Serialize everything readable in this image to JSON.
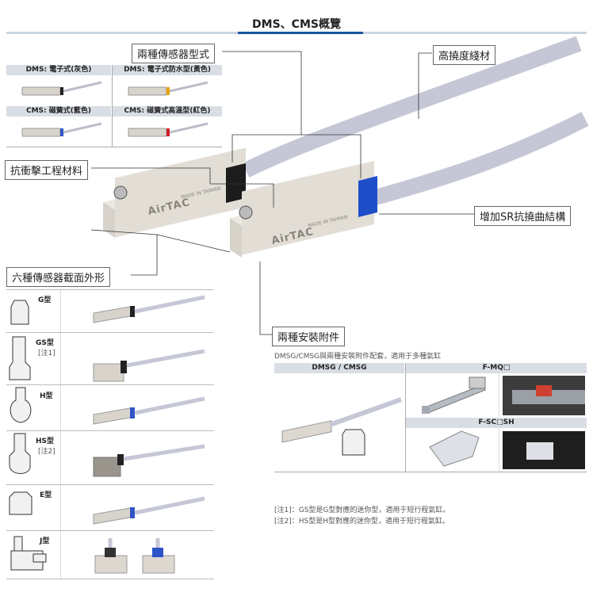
{
  "page_title": "DMS、CMS概覽",
  "variants": [
    {
      "label": "DMS: 電子式(灰色)",
      "color": "#222222"
    },
    {
      "label": "DMS: 電子式防水型(黃色)",
      "color": "#e8a400"
    },
    {
      "label": "CMS: 磁簧式(藍色)",
      "color": "#2f54c8"
    },
    {
      "label": "CMS: 磁簧式高溫型(紅色)",
      "color": "#d6182a"
    }
  ],
  "callouts": {
    "two_sensor_types": "兩種傳感器型式",
    "high_flex_cable": "高撓度綫材",
    "impact_material": "抗衝擊工程材料",
    "sr_structure": "增加SR抗撓曲結構",
    "six_sections": "六種傳感器截面外形",
    "two_accessories": "兩種安裝附件"
  },
  "sensor_brand": "AirTAC",
  "sensor_made_in": "MADE IN TAIWAN",
  "shapes": [
    {
      "name": "G型",
      "note": ""
    },
    {
      "name": "GS型",
      "note": "[注1]"
    },
    {
      "name": "H型",
      "note": ""
    },
    {
      "name": "HS型",
      "note": "[注2]"
    },
    {
      "name": "E型",
      "note": ""
    },
    {
      "name": "J型",
      "note": ""
    }
  ],
  "accessory_intro": "DMSG/CMSG與兩種安裝附件配套，適用于多種氣缸",
  "accessory_table": {
    "col1": "DMSG / CMSG",
    "col2": "F-MQ□",
    "col3": "F-SC□SH"
  },
  "notes": [
    "[注1]：GS型是G型對應的迷你型，適用于短行程氣缸。",
    "[注2]：HS型是H型對應的迷你型，適用于短行程氣缸。"
  ]
}
